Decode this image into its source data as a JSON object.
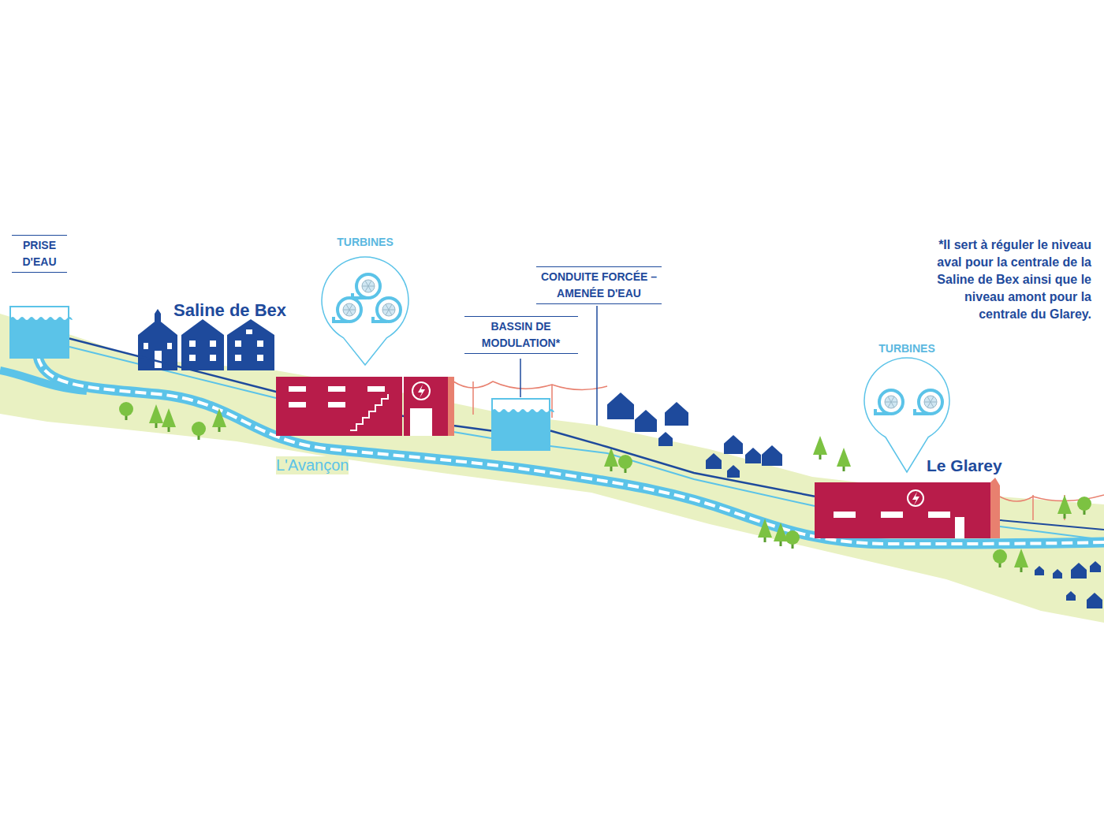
{
  "diagram": {
    "nodes": [
      {
        "text": [
          "PRISE D'EAU"
        ]
      },
      {
        "text": [
          "TURBINES"
        ]
      },
      {
        "text": [
          "BASSIN DE MODULATION*"
        ]
      },
      {
        "text": [
          "TURBINES"
        ]
      },
      {
        "text": [
          "Le Glarey"
        ]
      }
    ],
    "edges": [
      {
        "from": 0,
        "to": 2,
        "arrow": "none"
      },
      {
        "from": 2,
        "to": 4,
        "arrow": "none"
      }
    ],
    "labels": [
      "Saline de Bex",
      "L'Avançon",
      "CONDUITE FORCÉE – AMENÉE D'EAU",
      "*Il sert à réguler le niveau aval pour la centrale de la Saline de Bex ainsi que le niveau amont pour la centrale du Glarey."
    ]
  }
}
